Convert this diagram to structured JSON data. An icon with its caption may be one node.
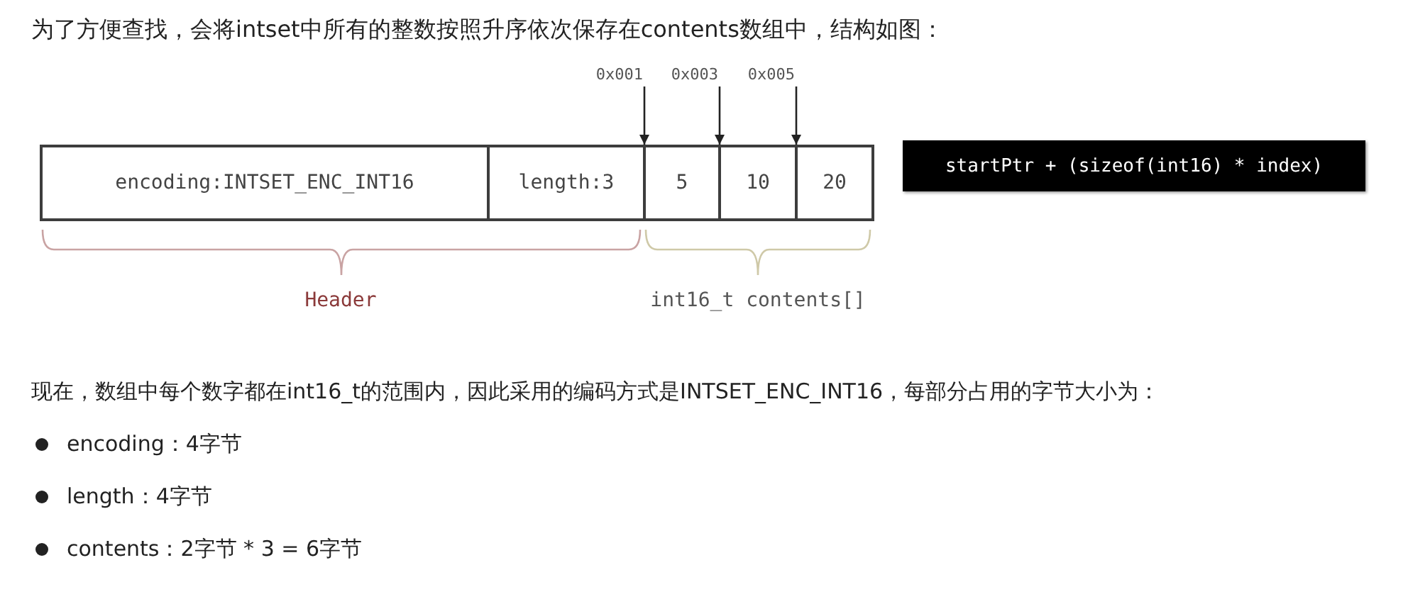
{
  "diagram": {
    "nodes": [
      {
        "text": [
          "0x001"
        ]
      },
      {
        "text": [
          "0x003"
        ]
      },
      {
        "text": [
          "0x005"
        ]
      },
      {
        "text": [
          "encoding:INTSET_ENC_INT16"
        ]
      },
      {
        "text": [
          "length:3"
        ]
      },
      {
        "text": [
          "5"
        ]
      },
      {
        "text": [
          "10"
        ]
      },
      {
        "text": [
          "20"
        ]
      },
      {
        "text": [
          "startPtr + (sizeof(int16) * index)"
        ]
      }
    ],
    "edges": [
      {
        "from": 0,
        "to": 5,
        "arrow": "to"
      },
      {
        "from": 1,
        "to": 6,
        "arrow": "to"
      },
      {
        "from": 2,
        "to": 7,
        "arrow": "to"
      }
    ],
    "labels": [
      "为了方便查找，会将intset中所有的整数按照升序依次保存在contents数组中，结构如图：",
      "Header",
      "int16_t contents[]",
      "现在，数组中每个数字都在int16_t的范围内，因此采用的编码方式是INTSET_ENC_INT16，每部分占用的字节大小为：",
      "encoding：4字节",
      "length：4字节",
      "contents：2字节 * 3 = 6字节"
    ]
  }
}
